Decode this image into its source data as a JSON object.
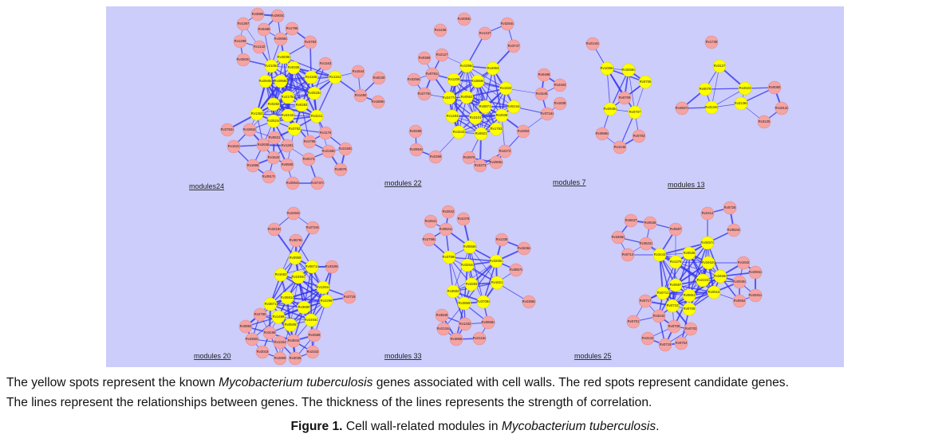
{
  "colors": {
    "panel": "#cccdfa",
    "edge": "#3535ee",
    "known_gene": "#ffff00",
    "candidate_gene": "#f5a3a3"
  },
  "modules": [
    {
      "name": "modules24",
      "nodes": [
        {
          "label": "Rv3886",
          "type": "red"
        },
        {
          "label": "Rv2903c",
          "type": "red"
        },
        {
          "label": "Rv1397",
          "type": "red"
        },
        {
          "label": "Rv0485",
          "type": "red"
        },
        {
          "label": "Rv1796",
          "type": "red"
        },
        {
          "label": "Rv1298",
          "type": "red"
        },
        {
          "label": "Rv2696c",
          "type": "red"
        },
        {
          "label": "Rv1132",
          "type": "red"
        },
        {
          "label": "Rv3783",
          "type": "red"
        },
        {
          "label": "Rv2502c",
          "type": "red"
        },
        {
          "label": "Rv1163",
          "type": "red"
        },
        {
          "label": "Rv1644",
          "type": "red"
        },
        {
          "label": "Rv0230",
          "type": "red"
        },
        {
          "label": "Rv1490",
          "type": "red"
        },
        {
          "label": "Rv1869c",
          "type": "red"
        },
        {
          "label": "Rv2752c",
          "type": "red"
        },
        {
          "label": "Rv1863c",
          "type": "red"
        },
        {
          "label": "Rv0531",
          "type": "red"
        },
        {
          "label": "Rv1176",
          "type": "red"
        },
        {
          "label": "Rv2638",
          "type": "red"
        },
        {
          "label": "Rv1795",
          "type": "red"
        },
        {
          "label": "Rv1631",
          "type": "red"
        },
        {
          "label": "Rv1281",
          "type": "red"
        },
        {
          "label": "Rv2158c",
          "type": "red"
        },
        {
          "label": "Rv2150c",
          "type": "red"
        },
        {
          "label": "Rv1543",
          "type": "red"
        },
        {
          "label": "Rv0473",
          "type": "red"
        },
        {
          "label": "Rv1595",
          "type": "red"
        },
        {
          "label": "Rv0509",
          "type": "red"
        },
        {
          "label": "Rv3876",
          "type": "red"
        },
        {
          "label": "Rv2917c",
          "type": "red"
        },
        {
          "label": "Rv2554c",
          "type": "red"
        },
        {
          "label": "Rv2737c",
          "type": "red"
        },
        {
          "label": "Rv2839c",
          "type": "yellow"
        },
        {
          "label": "Rv2105c",
          "type": "yellow"
        },
        {
          "label": "Rv0336",
          "type": "yellow"
        },
        {
          "label": "Rv1165",
          "type": "yellow"
        },
        {
          "label": "Rv1161",
          "type": "yellow"
        },
        {
          "label": "Rv2940c",
          "type": "yellow"
        },
        {
          "label": "Rv2868c",
          "type": "yellow"
        },
        {
          "label": "Rv2533c",
          "type": "yellow"
        },
        {
          "label": "Rv2175c",
          "type": "yellow"
        },
        {
          "label": "Rv0282",
          "type": "yellow"
        },
        {
          "label": "Rv0283",
          "type": "yellow"
        },
        {
          "label": "Rv1362",
          "type": "yellow"
        },
        {
          "label": "Rv2444c",
          "type": "yellow"
        },
        {
          "label": "Rv3211",
          "type": "yellow"
        },
        {
          "label": "Rv2524c",
          "type": "yellow"
        },
        {
          "label": "Rv3782",
          "type": "yellow"
        }
      ]
    },
    {
      "name": "modules 22",
      "nodes": [
        {
          "label": "Rv2083c",
          "type": "red"
        },
        {
          "label": "Rv1436",
          "type": "red"
        },
        {
          "label": "Rv3264c",
          "type": "red"
        },
        {
          "label": "Rv1437",
          "type": "red"
        },
        {
          "label": "Rv3747",
          "type": "red"
        },
        {
          "label": "Rv0369",
          "type": "red"
        },
        {
          "label": "Rv2127",
          "type": "red"
        },
        {
          "label": "Rv0781c",
          "type": "red"
        },
        {
          "label": "Rv3256c",
          "type": "red"
        },
        {
          "label": "Rv2776c",
          "type": "red"
        },
        {
          "label": "Rv0488",
          "type": "red"
        },
        {
          "label": "Rv1545",
          "type": "red"
        },
        {
          "label": "Rv2463",
          "type": "red"
        },
        {
          "label": "Rv3716c",
          "type": "red"
        },
        {
          "label": "Rv1838",
          "type": "red"
        },
        {
          "label": "Rv0489",
          "type": "red"
        },
        {
          "label": "Rv2902",
          "type": "red"
        },
        {
          "label": "Rv2954c",
          "type": "red"
        },
        {
          "label": "Rv2269",
          "type": "red"
        },
        {
          "label": "Rv2876",
          "type": "red"
        },
        {
          "label": "Rv2272",
          "type": "red"
        },
        {
          "label": "Rv3273",
          "type": "red"
        },
        {
          "label": "Rv2906c",
          "type": "red"
        },
        {
          "label": "Rv1096c",
          "type": "yellow"
        },
        {
          "label": "Rv2953",
          "type": "yellow"
        },
        {
          "label": "Rv1209",
          "type": "yellow"
        },
        {
          "label": "Rv2869c",
          "type": "yellow"
        },
        {
          "label": "Rv1822",
          "type": "yellow"
        },
        {
          "label": "Rv2477c",
          "type": "yellow"
        },
        {
          "label": "Rv0952",
          "type": "yellow"
        },
        {
          "label": "Rv0871",
          "type": "yellow"
        },
        {
          "label": "Rv0244c",
          "type": "yellow"
        },
        {
          "label": "Rv1484",
          "type": "yellow"
        },
        {
          "label": "Rv3101",
          "type": "yellow"
        },
        {
          "label": "Rv2938",
          "type": "yellow"
        },
        {
          "label": "Rv1783",
          "type": "yellow"
        },
        {
          "label": "Rv1543",
          "type": "yellow"
        },
        {
          "label": "Rv0601",
          "type": "yellow"
        }
      ]
    },
    {
      "name": "modules 7",
      "nodes": [
        {
          "label": "Rv2144c",
          "type": "red"
        },
        {
          "label": "Rv0709",
          "type": "red"
        },
        {
          "label": "Rv3686c",
          "type": "red"
        },
        {
          "label": "Rv0703",
          "type": "red"
        },
        {
          "label": "Rv1446",
          "type": "red"
        },
        {
          "label": "Rv1089c",
          "type": "yellow"
        },
        {
          "label": "Rv3456c",
          "type": "yellow"
        },
        {
          "label": "Rv0706",
          "type": "yellow"
        },
        {
          "label": "Rv2945c",
          "type": "yellow"
        },
        {
          "label": "Rv0707",
          "type": "yellow"
        }
      ]
    },
    {
      "name": "modules 13",
      "nodes": [
        {
          "label": "Rv1738",
          "type": "red"
        },
        {
          "label": "Rv2667c",
          "type": "red"
        },
        {
          "label": "Rv0080",
          "type": "red"
        },
        {
          "label": "Rv1813c",
          "type": "red"
        },
        {
          "label": "Rv3125",
          "type": "red"
        },
        {
          "label": "Rv3127",
          "type": "yellow"
        },
        {
          "label": "Rv0079",
          "type": "yellow"
        },
        {
          "label": "Rv2623",
          "type": "yellow"
        },
        {
          "label": "Rv3134c",
          "type": "yellow"
        },
        {
          "label": "Rv3136c",
          "type": "yellow"
        }
      ]
    },
    {
      "name": "modules 20",
      "nodes": [
        {
          "label": "Rv2484c",
          "type": "red"
        },
        {
          "label": "Rv3419c",
          "type": "red"
        },
        {
          "label": "Rv2724c",
          "type": "red"
        },
        {
          "label": "Rv3678c",
          "type": "red"
        },
        {
          "label": "Rv3329c",
          "type": "red"
        },
        {
          "label": "Rv3719",
          "type": "red"
        },
        {
          "label": "Rv2790",
          "type": "red"
        },
        {
          "label": "Rv0893",
          "type": "red"
        },
        {
          "label": "Rv3199",
          "type": "red"
        },
        {
          "label": "Rv2589",
          "type": "red"
        },
        {
          "label": "Rv3350c",
          "type": "red"
        },
        {
          "label": "Rv1334",
          "type": "red"
        },
        {
          "label": "Rv3842",
          "type": "red"
        },
        {
          "label": "Rv3018",
          "type": "red"
        },
        {
          "label": "Rv2342",
          "type": "red"
        },
        {
          "label": "Rv2869",
          "type": "red"
        },
        {
          "label": "Rv3036",
          "type": "red"
        },
        {
          "label": "Rv0959",
          "type": "yellow"
        },
        {
          "label": "Rv0671c",
          "type": "yellow"
        },
        {
          "label": "Rv1682",
          "type": "yellow"
        },
        {
          "label": "Rv2494c",
          "type": "yellow"
        },
        {
          "label": "Rv1281c",
          "type": "yellow"
        },
        {
          "label": "Rv3691c",
          "type": "yellow"
        },
        {
          "label": "Rv2298",
          "type": "yellow"
        },
        {
          "label": "Rv3871",
          "type": "yellow"
        },
        {
          "label": "Rv3680",
          "type": "yellow"
        },
        {
          "label": "Rv1489",
          "type": "yellow"
        },
        {
          "label": "Rv2493c",
          "type": "yellow"
        },
        {
          "label": "Rv0505",
          "type": "yellow"
        }
      ]
    },
    {
      "name": "modules 33",
      "nodes": [
        {
          "label": "Rv2842",
          "type": "red"
        },
        {
          "label": "Rv2841",
          "type": "red"
        },
        {
          "label": "Rv2378",
          "type": "red"
        },
        {
          "label": "Rv0821c",
          "type": "red"
        },
        {
          "label": "Rv2798c",
          "type": "red"
        },
        {
          "label": "Rv1335",
          "type": "red"
        },
        {
          "label": "Rv1846c",
          "type": "red"
        },
        {
          "label": "Rv3857c",
          "type": "red"
        },
        {
          "label": "Rv2368c",
          "type": "red"
        },
        {
          "label": "Rv3848",
          "type": "red"
        },
        {
          "label": "Rv2134c",
          "type": "red"
        },
        {
          "label": "Rv1332",
          "type": "red"
        },
        {
          "label": "Rv0858c",
          "type": "red"
        },
        {
          "label": "Rv3868",
          "type": "red"
        },
        {
          "label": "Rv2116c",
          "type": "red"
        },
        {
          "label": "Rv0559c",
          "type": "yellow"
        },
        {
          "label": "Rv3789c",
          "type": "yellow"
        },
        {
          "label": "Rv3264c",
          "type": "yellow"
        },
        {
          "label": "Rv3205c",
          "type": "yellow"
        },
        {
          "label": "Rv1821",
          "type": "yellow"
        },
        {
          "label": "Rv3283",
          "type": "yellow"
        },
        {
          "label": "Rv3682",
          "type": "yellow"
        },
        {
          "label": "Rv3869",
          "type": "yellow"
        },
        {
          "label": "Rv3708c",
          "type": "yellow"
        }
      ]
    },
    {
      "name": "modules 25",
      "nodes": [
        {
          "label": "Rv0637",
          "type": "red"
        },
        {
          "label": "Rv0636",
          "type": "red"
        },
        {
          "label": "Rv2412",
          "type": "red"
        },
        {
          "label": "Rv0726",
          "type": "red"
        },
        {
          "label": "Rv0687",
          "type": "red"
        },
        {
          "label": "Rv3824c",
          "type": "red"
        },
        {
          "label": "Rv3466c",
          "type": "red"
        },
        {
          "label": "Rv3622c",
          "type": "red"
        },
        {
          "label": "Rv0714",
          "type": "red"
        },
        {
          "label": "Rv1842",
          "type": "red"
        },
        {
          "label": "Rv2904c",
          "type": "red"
        },
        {
          "label": "Rv2940c",
          "type": "red"
        },
        {
          "label": "Rv3491c",
          "type": "red"
        },
        {
          "label": "Rv0662",
          "type": "red"
        },
        {
          "label": "Rv0717",
          "type": "red"
        },
        {
          "label": "Rv3442",
          "type": "red"
        },
        {
          "label": "Rv0701",
          "type": "red"
        },
        {
          "label": "Rv0705",
          "type": "red"
        },
        {
          "label": "Rv0703",
          "type": "red"
        },
        {
          "label": "Rv2442",
          "type": "red"
        },
        {
          "label": "Rv0718",
          "type": "red"
        },
        {
          "label": "Rv0704",
          "type": "red"
        },
        {
          "label": "Rv3457c",
          "type": "yellow"
        },
        {
          "label": "Rv3443",
          "type": "yellow"
        },
        {
          "label": "Rv0636",
          "type": "yellow"
        },
        {
          "label": "Rv1376",
          "type": "yellow"
        },
        {
          "label": "Rv3462c",
          "type": "yellow"
        },
        {
          "label": "Rv2223",
          "type": "yellow"
        },
        {
          "label": "Rv3458c",
          "type": "yellow"
        },
        {
          "label": "Rv0687",
          "type": "yellow"
        },
        {
          "label": "Rv0711",
          "type": "yellow"
        },
        {
          "label": "Rv0661",
          "type": "yellow"
        },
        {
          "label": "Rv0516",
          "type": "yellow"
        },
        {
          "label": "Rv0710",
          "type": "yellow"
        },
        {
          "label": "Rv0709",
          "type": "yellow"
        }
      ]
    }
  ],
  "caption": {
    "line1_a": "The yellow spots represent the known ",
    "species": "Mycobacterium tuberculosis",
    "line1_b": " genes associated with cell walls. The red spots represent candidate genes.",
    "line2": "The lines represent the relationships between genes. The thickness of the lines represents the strength of correlation.",
    "figure_label": "Figure 1.",
    "figure_title_a": " Cell wall-related modules in ",
    "figure_title_species": "Mycobacterium tuberculosis",
    "figure_title_b": "."
  }
}
